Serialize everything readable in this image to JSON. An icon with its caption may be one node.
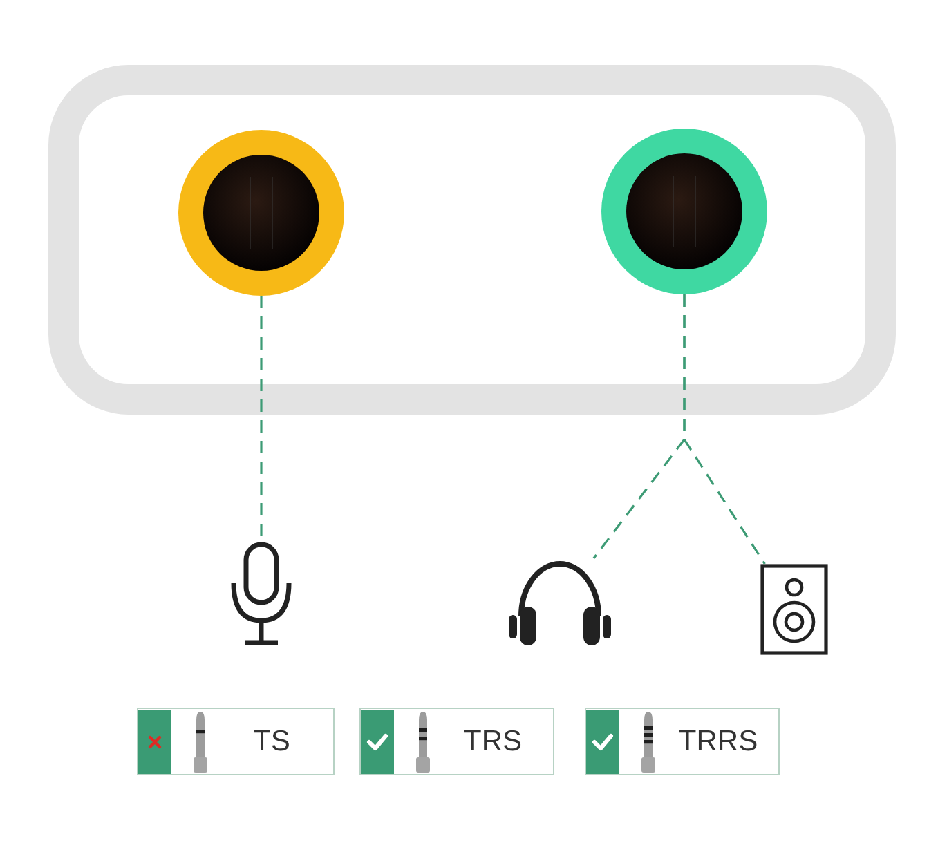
{
  "diagram": {
    "nodes": [
      {
        "text": [],
        "shape": "box"
      },
      {
        "text": [],
        "shape": "circle",
        "in": 0
      },
      {
        "text": [],
        "shape": "circle",
        "in": 0
      },
      {
        "text": [],
        "shape": "picture"
      },
      {
        "text": [],
        "shape": "picture"
      },
      {
        "text": [],
        "shape": "picture"
      },
      {
        "text": [
          "TS"
        ]
      },
      {
        "text": [
          "TRS"
        ]
      },
      {
        "text": [
          "TRRS"
        ]
      }
    ],
    "edges": [
      {
        "from": 1,
        "to": 3,
        "arrow": "none",
        "style": "dashed"
      },
      {
        "from": 2,
        "to": 4,
        "arrow": "none",
        "style": "dashed"
      },
      {
        "from": 2,
        "to": 5,
        "arrow": "none",
        "style": "dashed"
      }
    ]
  }
}
